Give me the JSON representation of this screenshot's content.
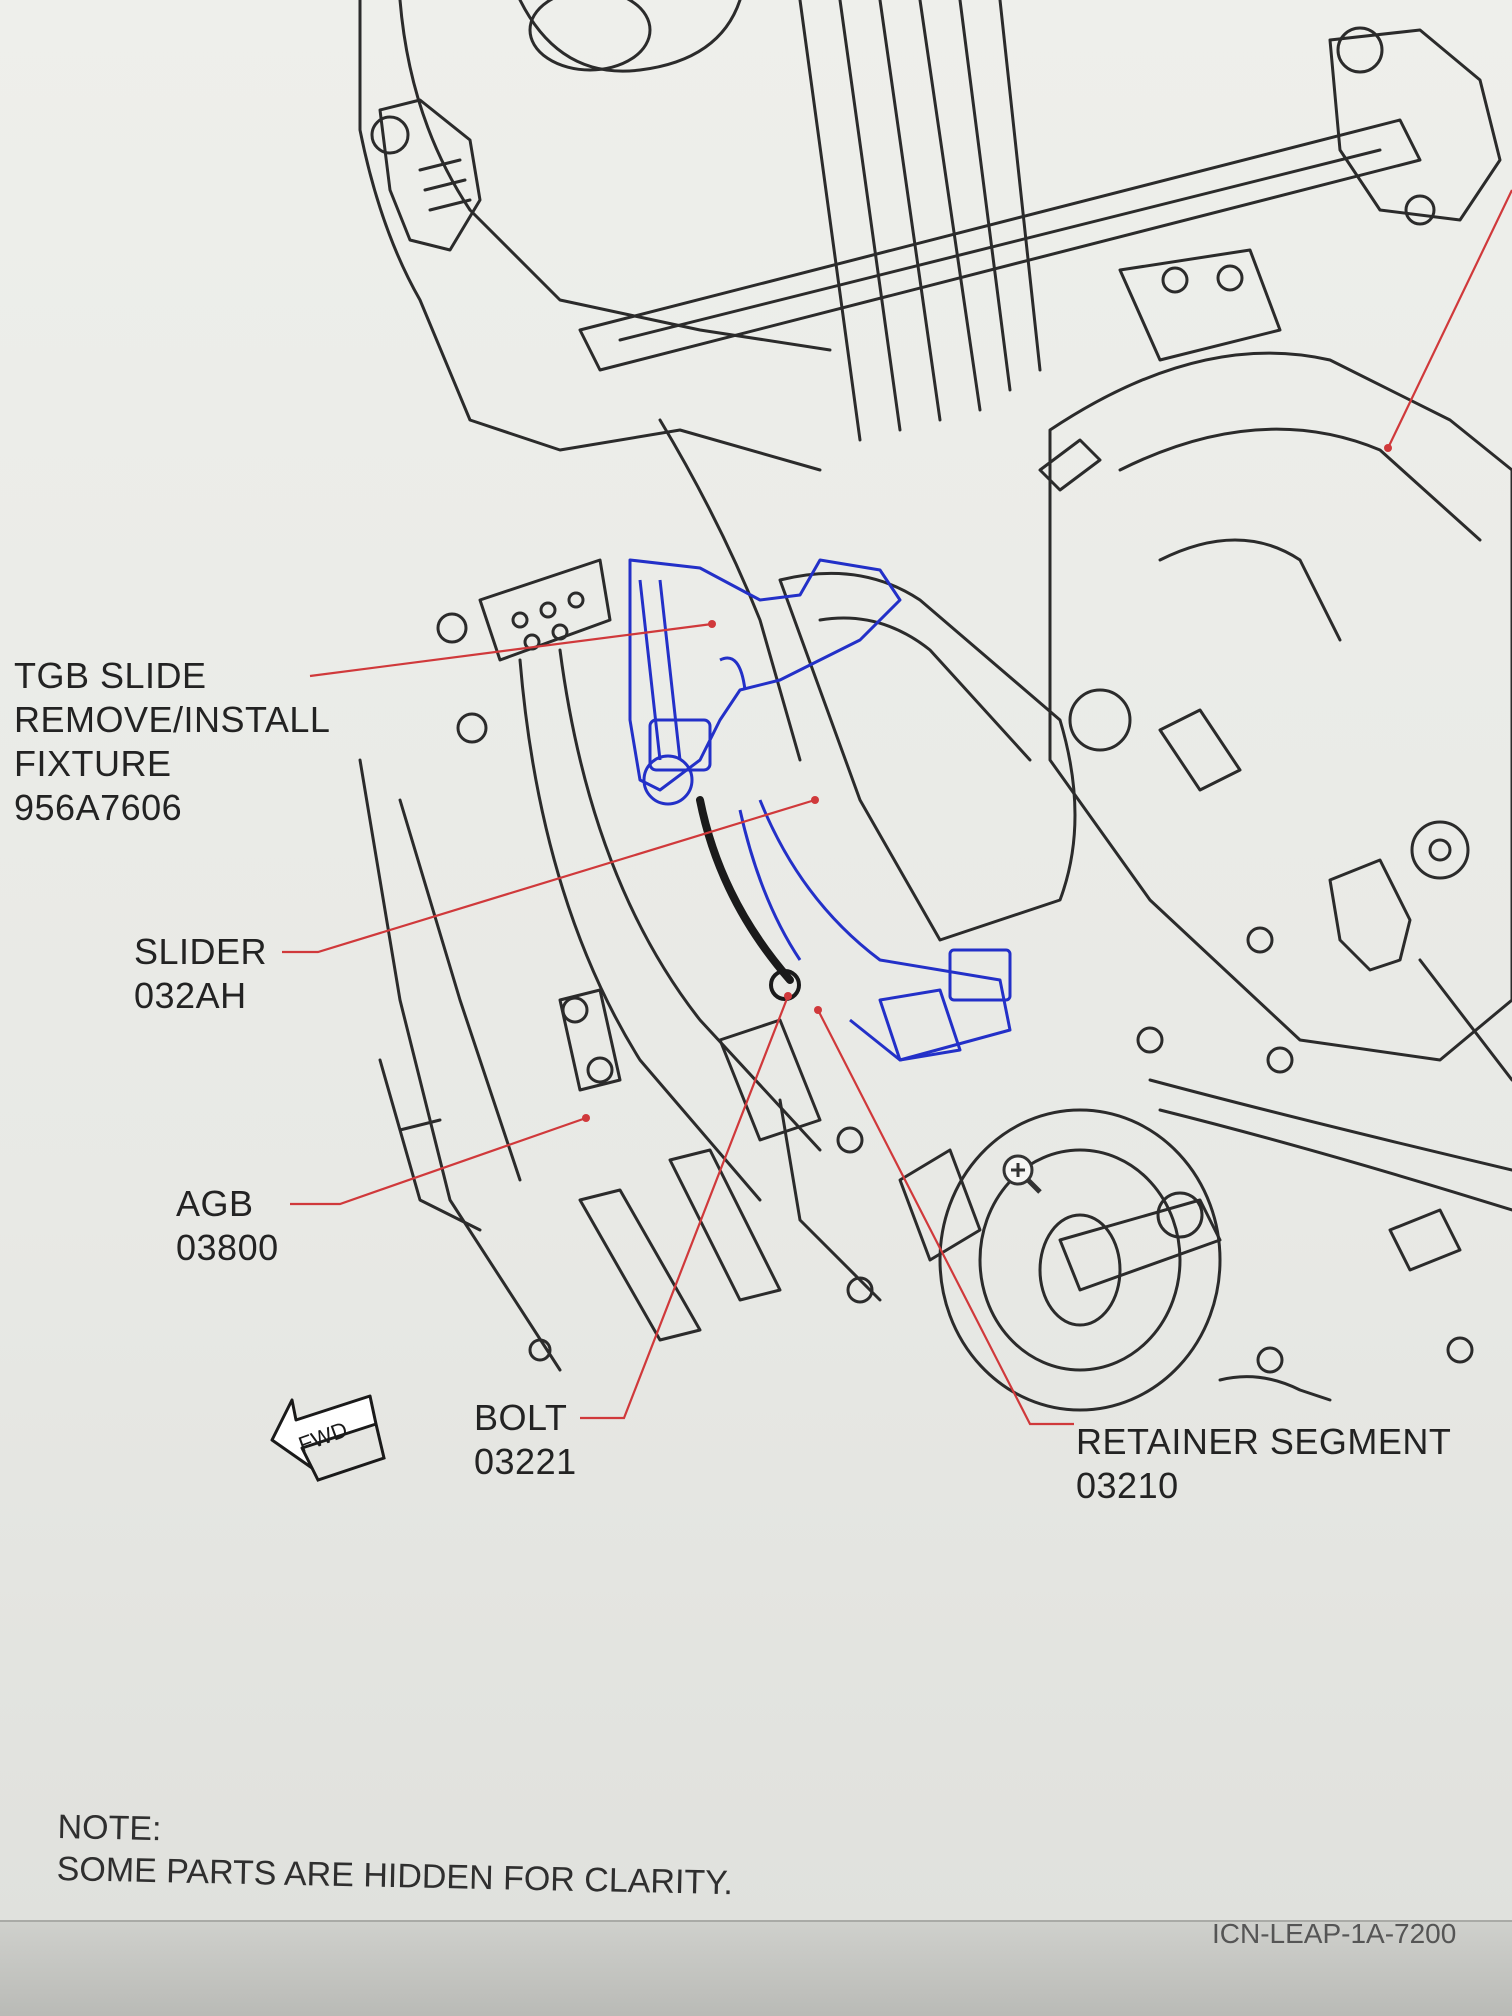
{
  "callouts": {
    "tgb_fixture": {
      "line1": "TGB SLIDE",
      "line2": "REMOVE/INSTALL",
      "line3": "FIXTURE",
      "part": "956A7606"
    },
    "slider": {
      "label": "SLIDER",
      "part": "032AH"
    },
    "agb": {
      "label": "AGB",
      "part": "03800"
    },
    "bolt": {
      "label": "BOLT",
      "part": "03221"
    },
    "retainer": {
      "label": "RETAINER SEGMENT",
      "part": "03210"
    }
  },
  "direction": {
    "label": "FWD"
  },
  "note": {
    "title": "NOTE:",
    "text": "SOME PARTS ARE HIDDEN FOR CLARITY."
  },
  "figure_id": "ICN-LEAP-1A-7200",
  "colors": {
    "linework": "#2b2b2b",
    "highlight": "#2330c8",
    "leader": "#d0393b"
  },
  "icons": [
    "zoom-in-icon",
    "fwd-arrow-icon"
  ]
}
